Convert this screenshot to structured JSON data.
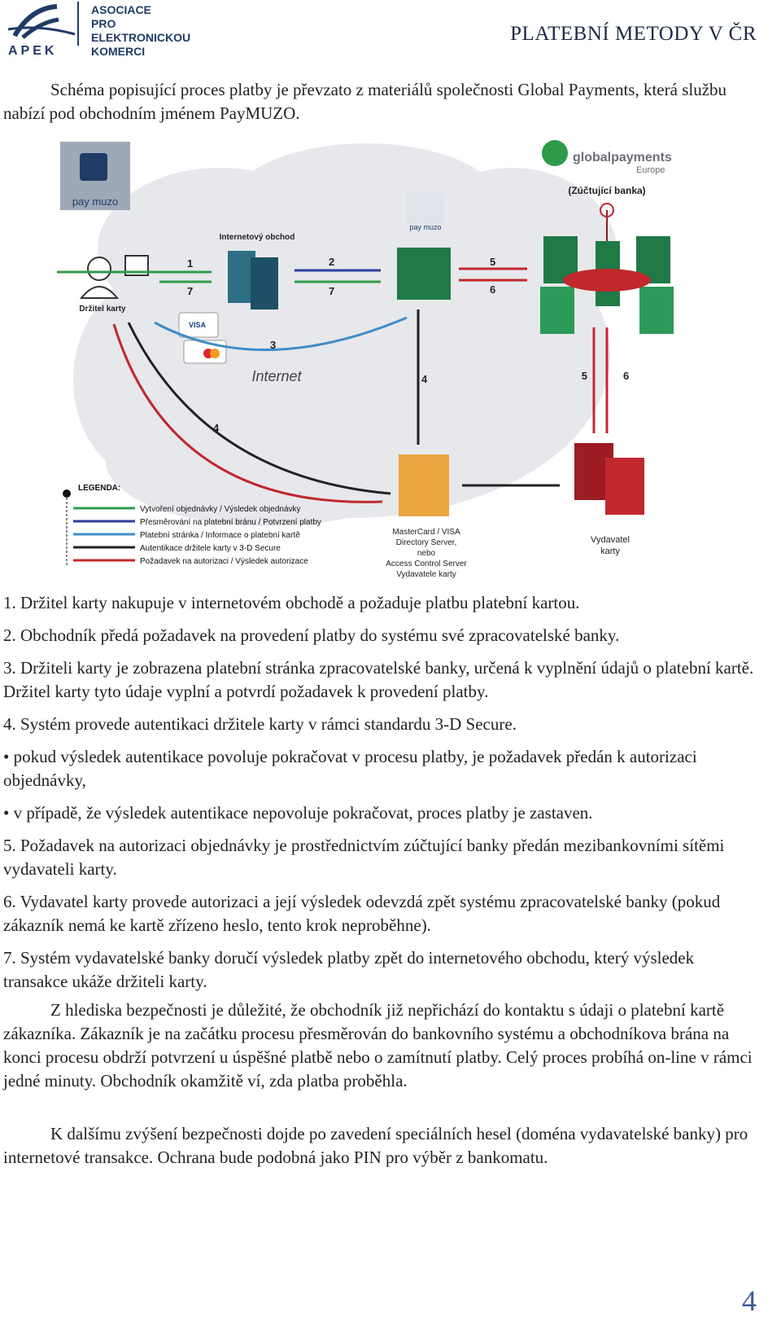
{
  "header": {
    "logo_lines": [
      "ASOCIACE",
      "PRO",
      "ELEKTRONICKOU",
      "KOMERCI"
    ],
    "logo_abbr": "APEK",
    "title": "PLATEBNÍ METODY V ČR"
  },
  "intro": "Schéma popisující proces platby je převzato z materiálů společnosti Global Payments, která službu nabízí pod obchodním jménem PayMUZO.",
  "diagram": {
    "paymuzo_logo": "pay muzo",
    "paymuzo_small": "pay muzo",
    "gp_brand": "globalpayments",
    "gp_sub": "Europe",
    "gp_role": "(Zúčtující banka)",
    "shop_label": "Internetový obchod",
    "holder_label": "Držitel karty",
    "internet_label": "Internet",
    "card_visa": "VISA",
    "acs_label": [
      "MasterCard / VISA",
      "Directory Server,",
      "nebo",
      "Access Control Server",
      "Vydavatele karty"
    ],
    "issuer_label": [
      "Vydavatel",
      "karty"
    ],
    "arrow_numbers": [
      "1",
      "7",
      "2",
      "7",
      "5",
      "6",
      "3",
      "4",
      "4",
      "5",
      "6"
    ],
    "legend_title": "LEGENDA:",
    "legend": [
      {
        "label": "Vytvoření objednávky / Výsledek objednávky",
        "color": "#2f9a4a"
      },
      {
        "label": "Přesměrování na platební bránu / Potvrzení platby",
        "color": "#2b3f9e"
      },
      {
        "label": "Platební stránka / Informace o platební kartě",
        "color": "#3f8cc8"
      },
      {
        "label": "Autentikace držitele karty v 3-D Secure",
        "color": "#222222"
      },
      {
        "label": "Požadavek na autorizaci / Výsledek autorizace",
        "color": "#c0282e"
      }
    ]
  },
  "steps": [
    "1. Držitel karty nakupuje v internetovém obchodě a požaduje platbu platební kartou.",
    "2. Obchodník předá požadavek na provedení platby do systému své zpracovatelské banky.",
    "3. Držiteli karty je zobrazena platební stránka zpracovatelské banky, určená k vyplnění údajů o platební kartě. Držitel karty tyto údaje vyplní a potvrdí požadavek k provedení platby.",
    "4. Systém provede autentikaci držitele karty v rámci standardu 3-D Secure.",
    "• pokud výsledek autentikace povoluje pokračovat v procesu platby, je požadavek předán k autorizaci objednávky,",
    "• v případě, že výsledek autentikace nepovoluje pokračovat, proces platby je zastaven.",
    "5. Požadavek na autorizaci objednávky je prostřednictvím zúčtující banky předán mezibankovními sítěmi vydavateli karty.",
    "6. Vydavatel karty provede autorizaci a její výsledek odevzdá zpět systému zpracovatelské banky (pokud zákazník nemá ke kartě zřízeno heslo, tento krok neproběhne).",
    "7. Systém vydavatelské banky doručí výsledek platby zpět do internetového obchodu, který výsledek transakce ukáže držiteli karty."
  ],
  "security_para": "Z hlediska bezpečnosti je důležité, že obchodník již nepřichází do kontaktu s údaji o platební kartě zákazníka. Zákazník je na začátku procesu přesměrován do bankovního systému a obchodníkova brána na konci procesu obdrží potvrzení u úspěšné platbě nebo o zamítnutí platby. Celý proces probíhá on-line v rámci jedné minuty. Obchodník okamžitě ví, zda platba proběhla.",
  "final_para": "K dalšímu zvýšení bezpečnosti dojde po zavedení speciálních hesel (doména vydavatelské banky) pro internetové transakce. Ochrana bude podobná jako PIN pro výběr z bankomatu.",
  "page_number": "4"
}
